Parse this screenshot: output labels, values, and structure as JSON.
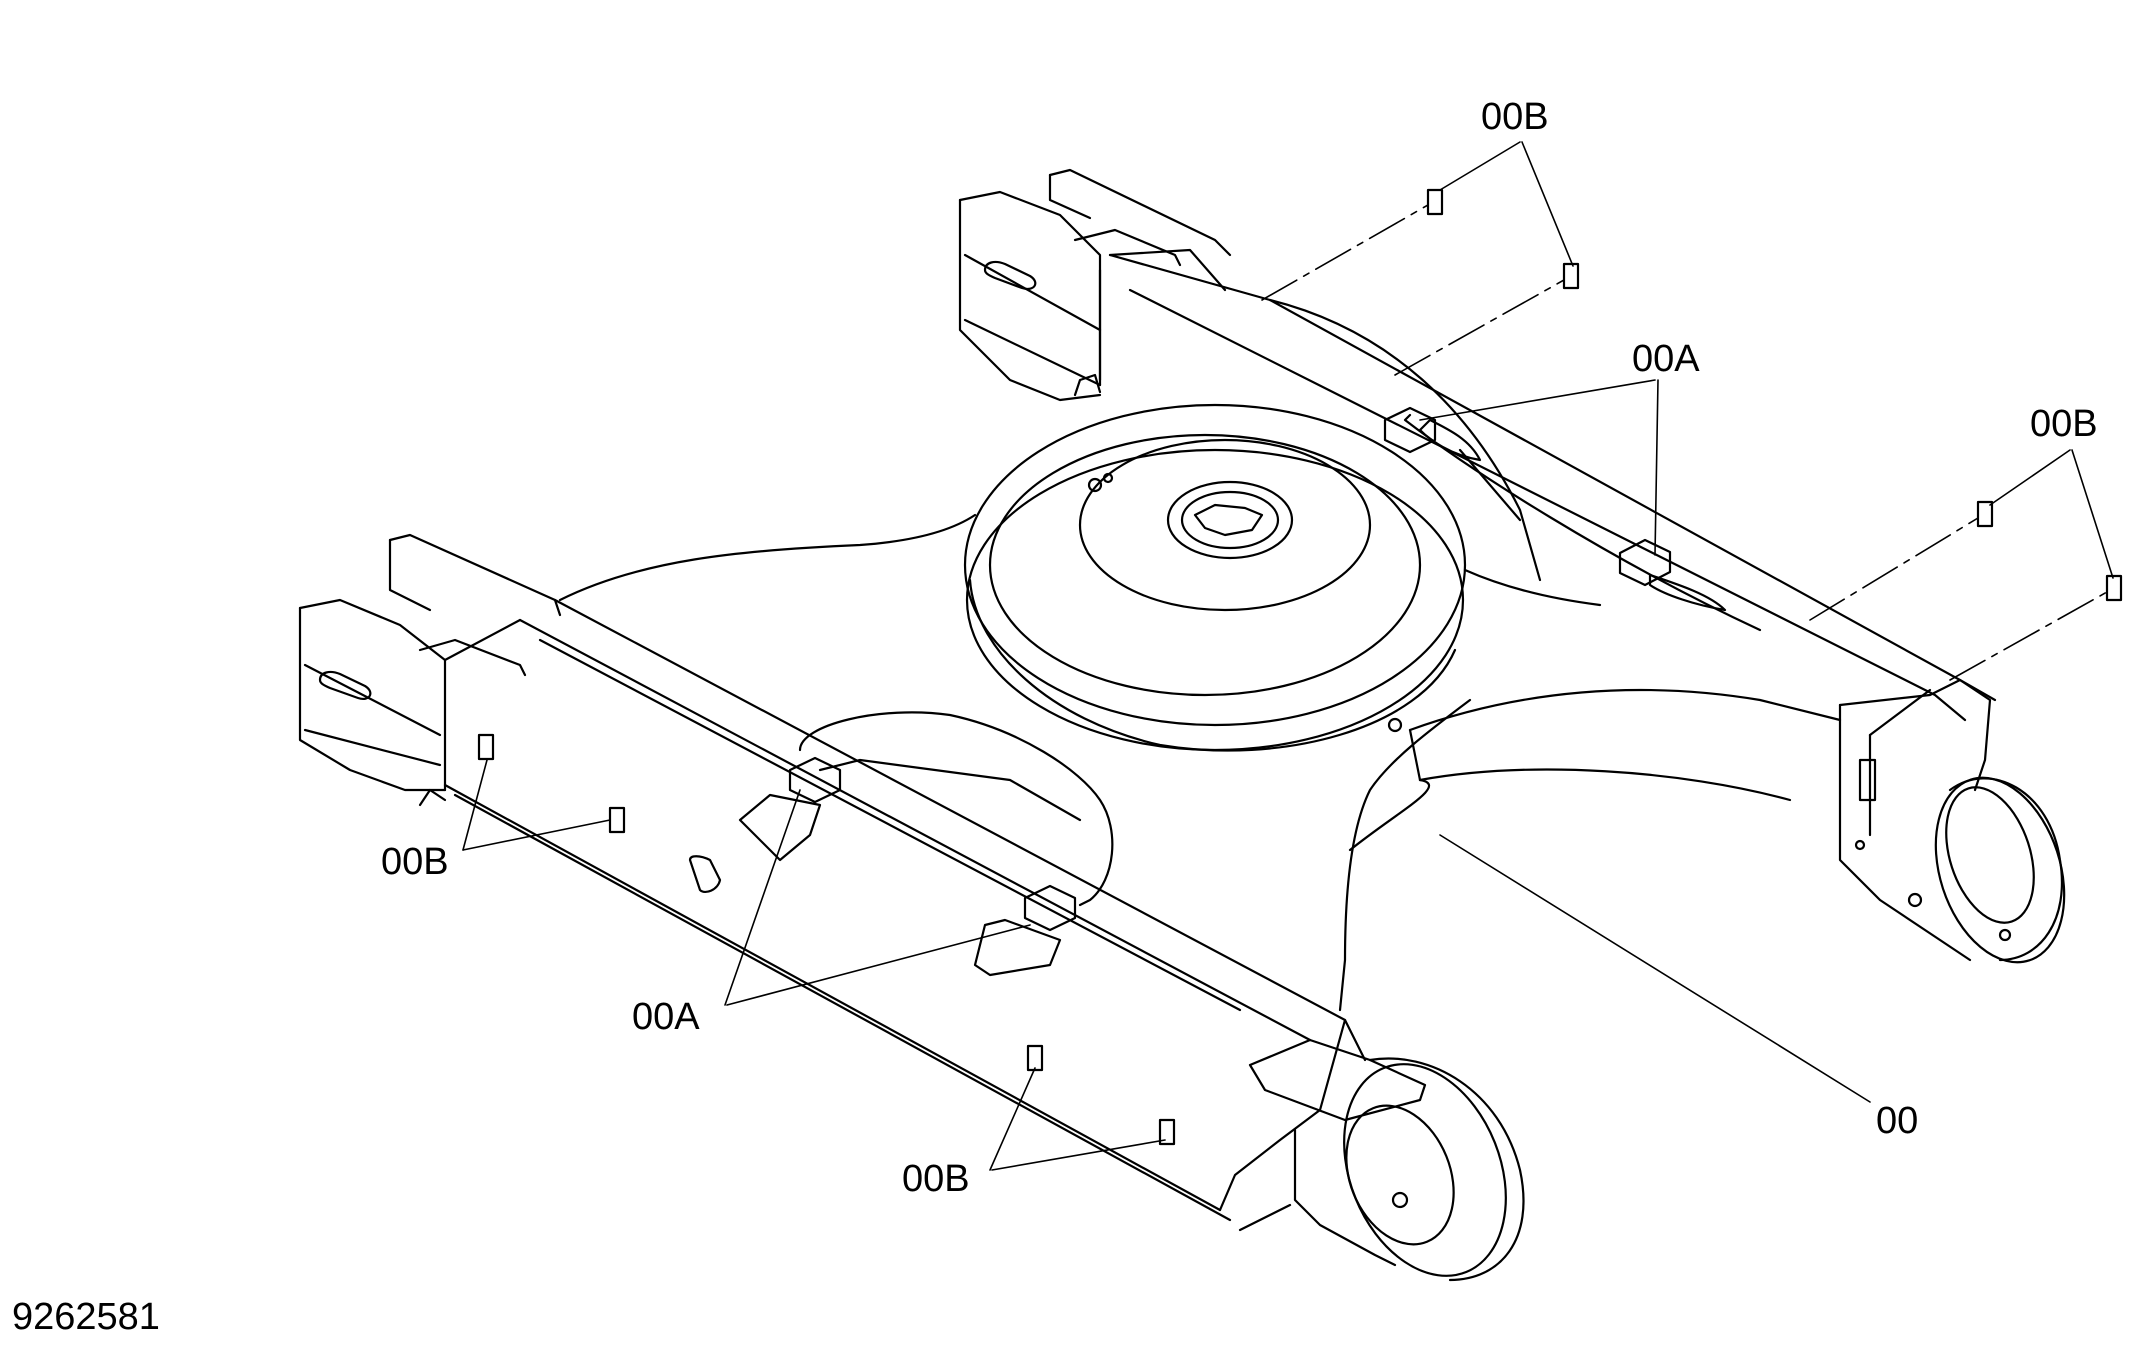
{
  "drawing": {
    "number": "9262581",
    "line_color": "#000000",
    "background": "#ffffff"
  },
  "callouts": {
    "frame_assembly": "00",
    "plate_a": "00A",
    "plate_b": "00B"
  },
  "labels": [
    {
      "id": "b-top",
      "text": "00B"
    },
    {
      "id": "a-top",
      "text": "00A"
    },
    {
      "id": "b-right",
      "text": "00B"
    },
    {
      "id": "b-left",
      "text": "00B"
    },
    {
      "id": "a-bottom",
      "text": "00A"
    },
    {
      "id": "b-bottom",
      "text": "00B"
    },
    {
      "id": "main",
      "text": "00"
    }
  ]
}
